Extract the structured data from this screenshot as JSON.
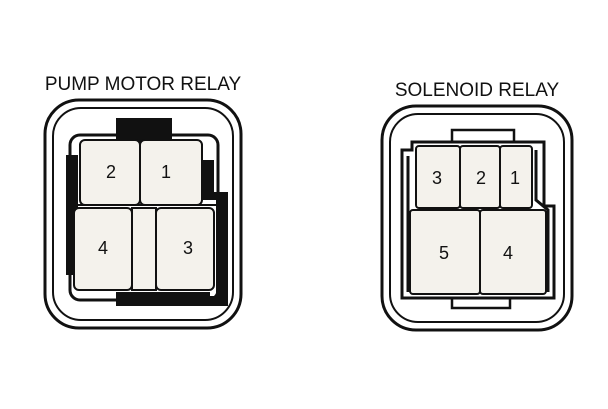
{
  "relays": [
    {
      "title": "PUMP MOTOR RELAY",
      "pins": [
        "2",
        "1",
        "4",
        "3"
      ]
    },
    {
      "title": "SOLENOID RELAY",
      "pins": [
        "3",
        "2",
        "1",
        "5",
        "4"
      ]
    }
  ],
  "colors": {
    "ink": "#111111",
    "terminal": "#f4f2ec",
    "background": "#ffffff"
  }
}
